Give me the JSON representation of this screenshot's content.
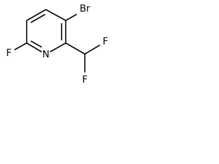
{
  "molecule": {
    "atoms": {
      "bromine": "Br",
      "fluorine_ring": "F",
      "nitrogen": "N",
      "fluorine_top": "F",
      "fluorine_bottom": "F"
    }
  }
}
